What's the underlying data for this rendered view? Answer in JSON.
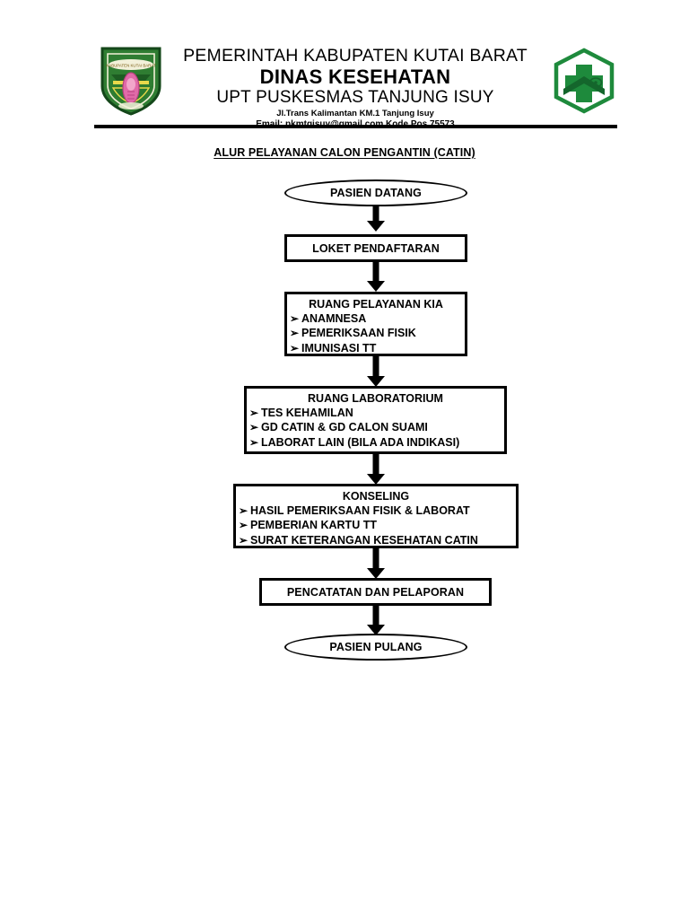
{
  "letterhead": {
    "line1": "PEMERINTAH KABUPATEN KUTAI BARAT",
    "line2": "DINAS KESEHATAN",
    "line3": "UPT PUSKESMAS TANJUNG ISUY",
    "address": "Jl.Trans Kalimantan KM.1 Tanjung Isuy",
    "email_prefix": "Email: ",
    "email": "pkmtgisuy@gmail.com",
    "postal": " Kode Pos 75573",
    "left_logo_name": "kutai-barat-regency-emblem",
    "right_logo_name": "puskesmas-logo",
    "colors": {
      "emblem_green": "#2f7d32",
      "emblem_dark_green": "#1d5c22",
      "emblem_yellow": "#e8d94a",
      "emblem_pink": "#e06aa8",
      "puskesmas_green": "#1e8a3c",
      "puskesmas_dark_green": "#14662c"
    }
  },
  "chart_title": "ALUR PELAYANAN CALON PENGANTIN (CATIN)",
  "flow": {
    "bullet_glyph": "➢",
    "nodes": [
      {
        "id": "pasien-datang",
        "shape": "terminal",
        "label": "PASIEN DATANG"
      },
      {
        "id": "loket-pendaftaran",
        "shape": "process",
        "label": "LOKET PENDAFTARAN"
      },
      {
        "id": "ruang-pelayanan-kia",
        "shape": "listbox",
        "heading": "RUANG PELAYANAN KIA",
        "items": [
          "ANAMNESA",
          "PEMERIKSAAN FISIK",
          "IMUNISASI TT"
        ]
      },
      {
        "id": "ruang-laboratorium",
        "shape": "listbox",
        "heading": "RUANG LABORATORIUM",
        "items": [
          "TES KEHAMILAN",
          "GD CATIN & GD CALON SUAMI",
          "LABORAT LAIN (BILA ADA INDIKASI)"
        ]
      },
      {
        "id": "konseling",
        "shape": "listbox",
        "heading": "KONSELING",
        "items": [
          "HASIL PEMERIKSAAN FISIK & LABORAT",
          "PEMBERIAN KARTU TT",
          "SURAT KETERANGAN KESEHATAN CATIN"
        ]
      },
      {
        "id": "pencatatan-dan-pelaporan",
        "shape": "process",
        "label": "PENCATATAN DAN PELAPORAN"
      },
      {
        "id": "pasien-pulang",
        "shape": "terminal",
        "label": "PASIEN PULANG"
      }
    ]
  }
}
